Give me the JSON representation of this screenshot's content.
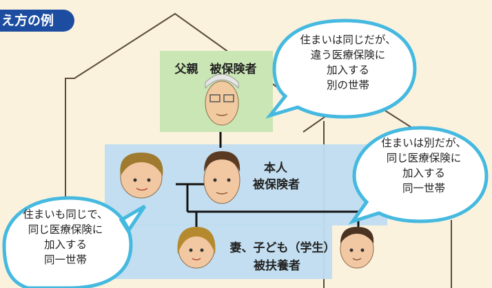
{
  "title": "え方の例",
  "father_label": "父親　被保険者",
  "self_label": [
    "本人",
    "被保険者"
  ],
  "spouse_children_label": [
    "妻、子ども（学生）",
    "被扶養者"
  ],
  "bubbles": {
    "different_household": [
      "住まいは同じだが、",
      "違う医療保険に",
      "加入する",
      "別の世帯"
    ],
    "same_household_apart": [
      "住まいは別だが、",
      "同じ医療保険に",
      "加入する",
      "同一世帯"
    ],
    "same_household_together": [
      "住まいも同じで、",
      "同じ医療保険に",
      "加入する",
      "同一世帯"
    ]
  },
  "colors": {
    "background": "#fbf2de",
    "title_bar": "#1c4da0",
    "father_box": "#c9e6b4",
    "family_box": "#bfdcf0",
    "bubble_border": "#45b9e0",
    "house_outline": "#5a4a3a"
  },
  "icons": [
    "father-face-icon",
    "mother-face-icon",
    "self-face-icon",
    "girl-face-icon",
    "boy-face-icon"
  ]
}
